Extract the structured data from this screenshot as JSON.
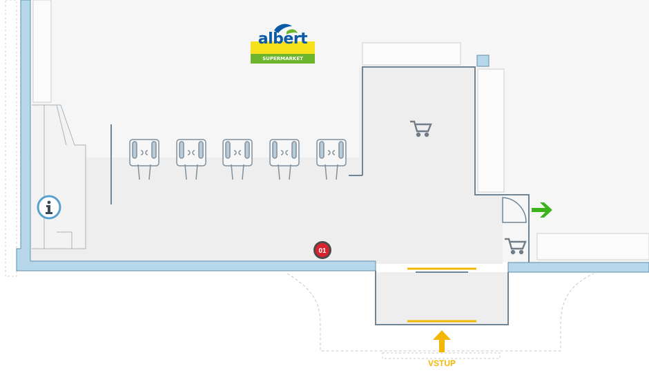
{
  "map": {
    "brand": {
      "name": "albert",
      "tagline": "SUPERMARKET",
      "colors": {
        "blue": "#0a5aa8",
        "yellow": "#f7e11b",
        "green": "#6cb52d"
      }
    },
    "entrance_label": "VSTUP",
    "location_marker": "01",
    "icons": {
      "info": "info-icon",
      "cart": "shopping-cart-icon",
      "exit": "exit-arrow-icon",
      "entrance": "entrance-arrow-icon"
    },
    "colors": {
      "wall": "#b7d7ea",
      "wall_edge": "#7aa3bf",
      "floor": "#eeeeee",
      "dim_floor": "#f7f7f7",
      "accent_yellow": "#f2b705",
      "exit_green": "#3bb31b",
      "marker_red": "#d9232e"
    }
  }
}
